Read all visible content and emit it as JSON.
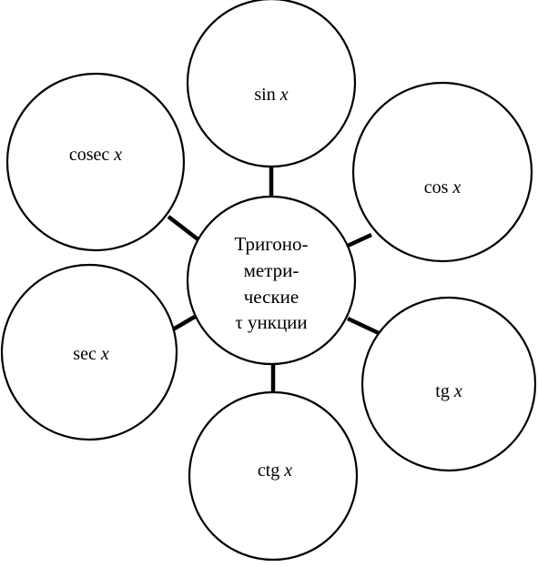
{
  "center": {
    "lines": [
      "Тригоно-",
      "метри-",
      "ческие",
      "τ ункции"
    ]
  },
  "nodes": [
    {
      "id": "sin",
      "fn": "sin",
      "var": "x"
    },
    {
      "id": "cos",
      "fn": "cos",
      "var": "x"
    },
    {
      "id": "tg",
      "fn": "tg",
      "var": "x"
    },
    {
      "id": "ctg",
      "fn": "ctg",
      "var": "x"
    },
    {
      "id": "sec",
      "fn": "sec",
      "var": "x"
    },
    {
      "id": "cosec",
      "fn": "cosec",
      "var": "x"
    }
  ]
}
